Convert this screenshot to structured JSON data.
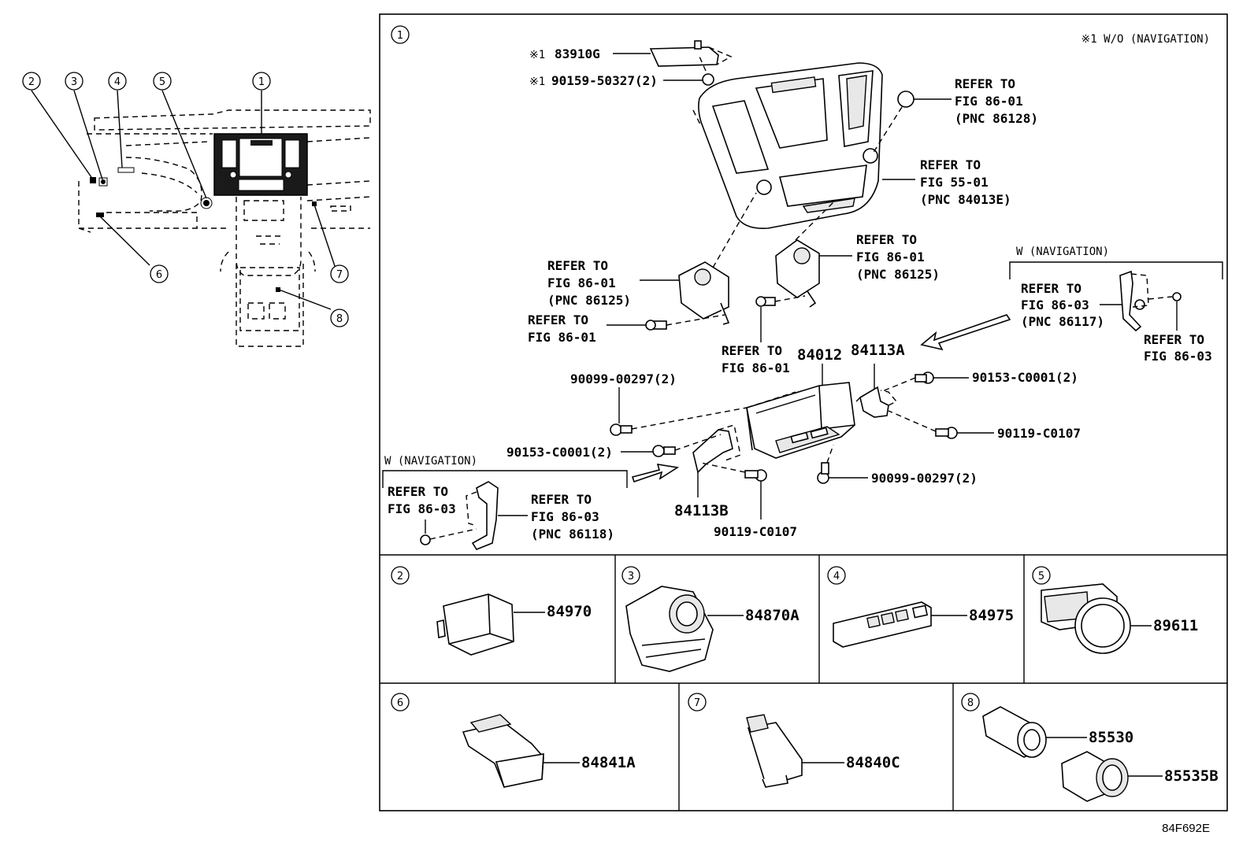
{
  "figure_id": "84F692E",
  "callouts": [
    "1",
    "2",
    "3",
    "4",
    "5",
    "6",
    "7",
    "8"
  ],
  "main_panel": {
    "note": "※1 W/O (NAVIGATION)",
    "note_mark": "※1",
    "part_83910G": "83910G",
    "part_90159": "90159-50327(2)",
    "ref_86128": [
      "REFER TO",
      "FIG 86-01",
      "(PNC 86128)"
    ],
    "ref_84013E": [
      "REFER TO",
      "FIG 55-01",
      "(PNC 84013E)"
    ],
    "ref_86125_left": [
      "REFER TO",
      "FIG 86-01",
      "(PNC 86125)"
    ],
    "ref_86125_right": [
      "REFER TO",
      "FIG 86-01",
      "(PNC 86125)"
    ],
    "ref_screw_left": [
      "REFER TO",
      "FIG 86-01"
    ],
    "ref_screw_mid": [
      "REFER TO",
      "FIG 86-01"
    ],
    "w_nav_right": "W (NAVIGATION)",
    "ref_86117": [
      "REFER TO",
      "FIG 86-03",
      "(PNC 86117)"
    ],
    "ref_screw_right": [
      "REFER TO",
      "FIG 86-03"
    ],
    "part_84012": "84012",
    "part_84113A": "84113A",
    "part_84113B": "84113B",
    "part_90099_a": "90099-00297(2)",
    "part_90099_b": "90099-00297(2)",
    "part_90153_a": "90153-C0001(2)",
    "part_90153_b": "90153-C0001(2)",
    "part_90119_a": "90119-C0107",
    "part_90119_b": "90119-C0107",
    "w_nav_left": "W (NAVIGATION)",
    "ref_screw_left_nav": [
      "REFER TO",
      "FIG 86-03"
    ],
    "ref_86118": [
      "REFER TO",
      "FIG 86-03",
      "(PNC 86118)"
    ]
  },
  "sub_panels": [
    {
      "num": "2",
      "parts": [
        "84970"
      ]
    },
    {
      "num": "3",
      "parts": [
        "84870A"
      ]
    },
    {
      "num": "4",
      "parts": [
        "84975"
      ]
    },
    {
      "num": "5",
      "parts": [
        "89611"
      ]
    },
    {
      "num": "6",
      "parts": [
        "84841A"
      ]
    },
    {
      "num": "7",
      "parts": [
        "84840C"
      ]
    },
    {
      "num": "8",
      "parts": [
        "85530",
        "85535B"
      ]
    }
  ]
}
